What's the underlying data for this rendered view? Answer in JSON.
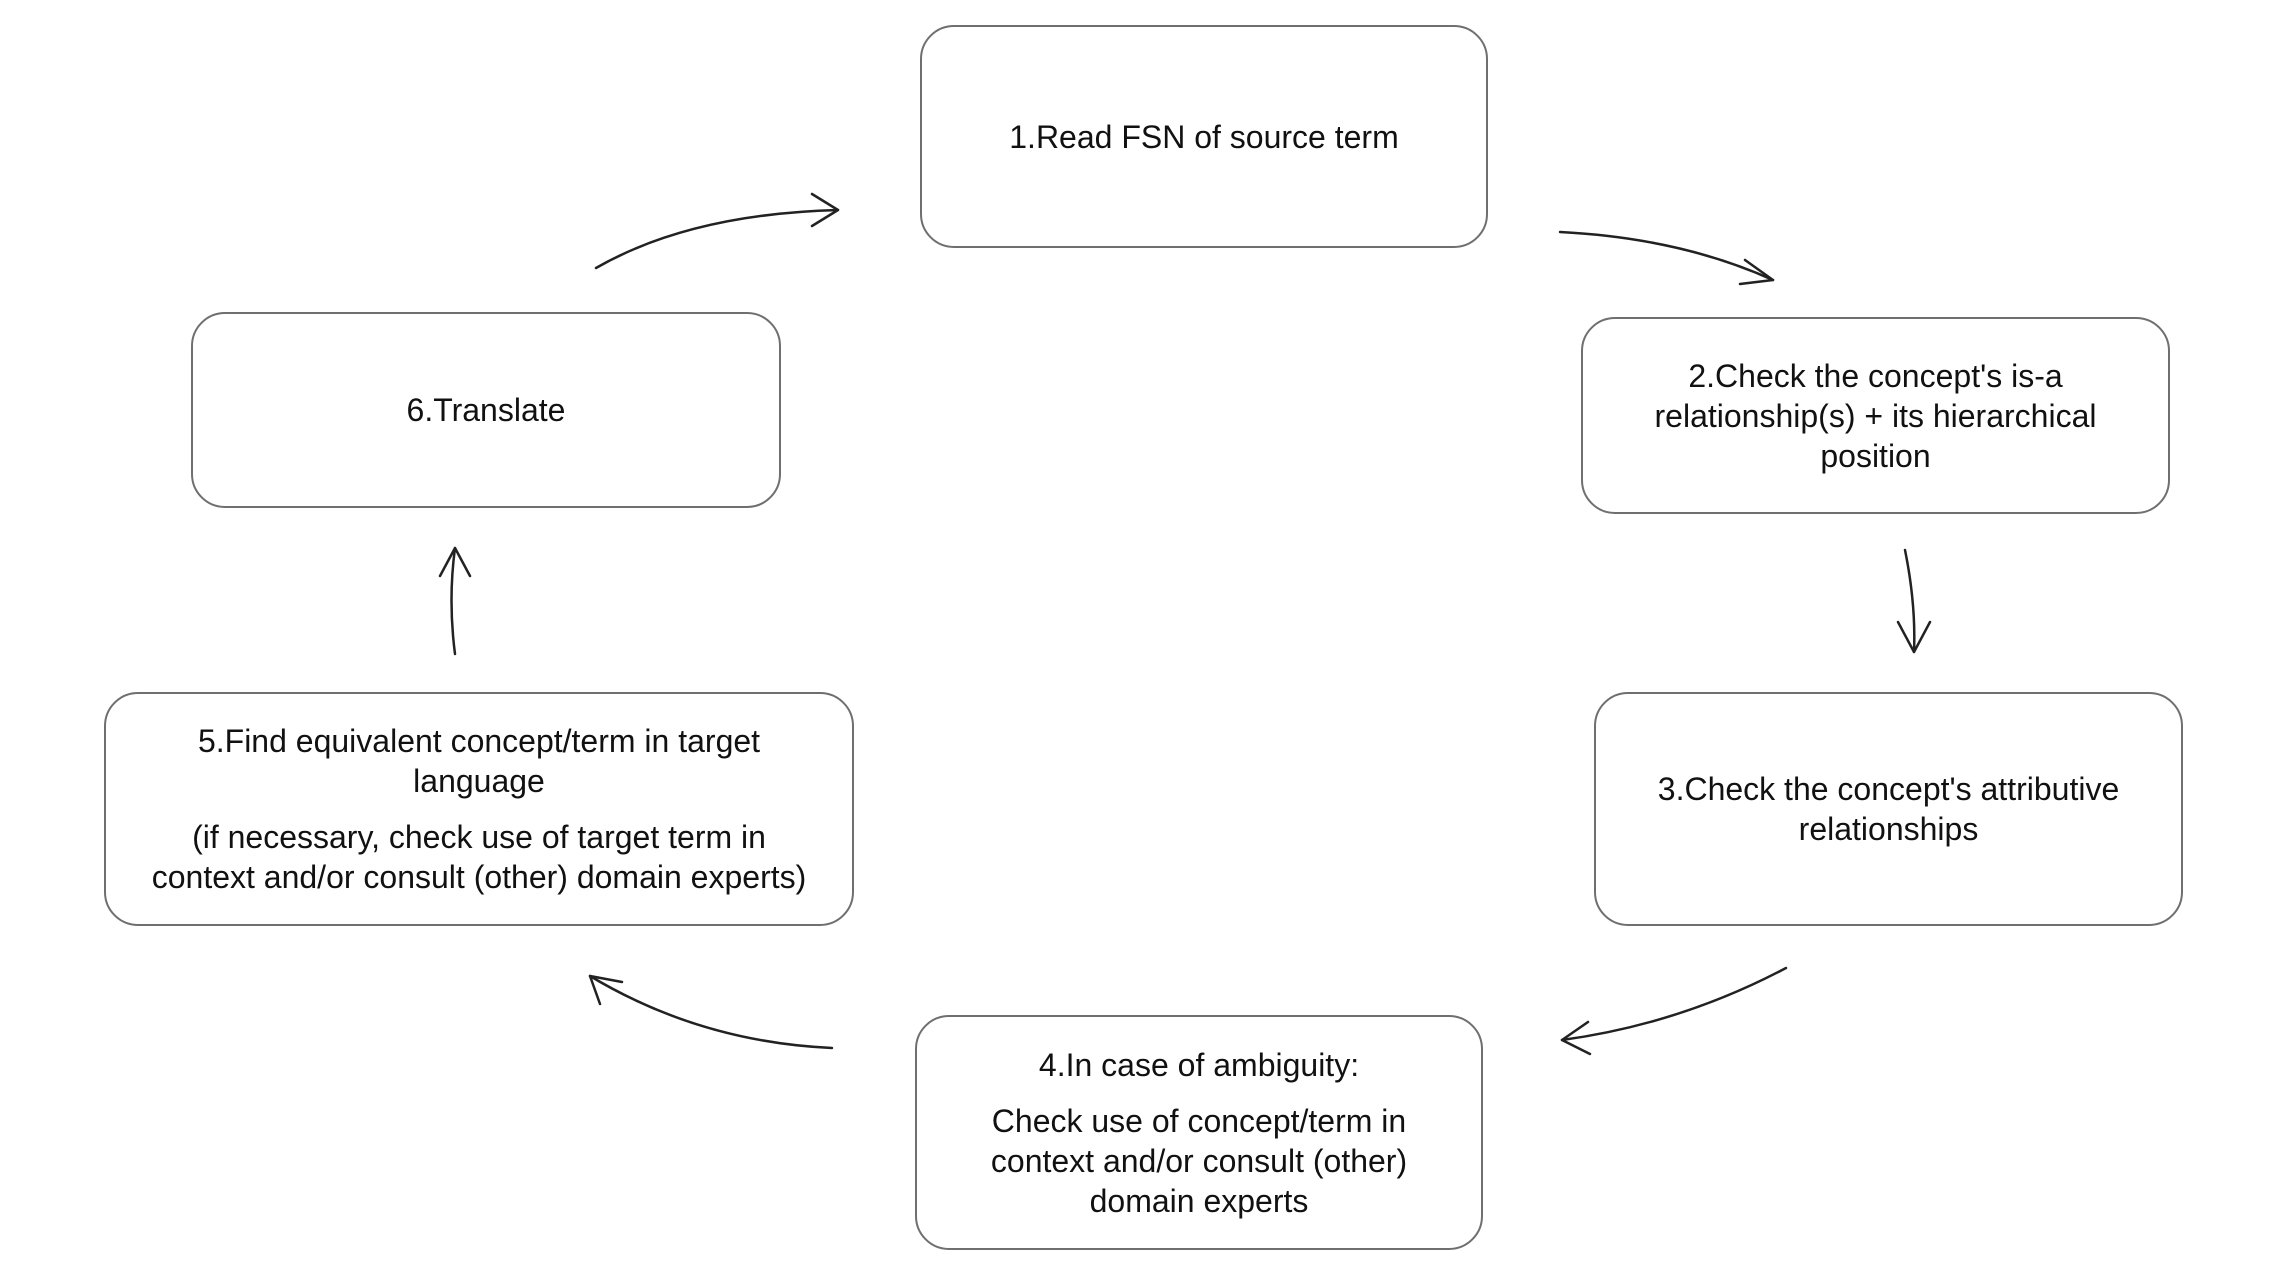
{
  "diagram": {
    "steps": [
      {
        "id": "n1",
        "lines": [
          "1.Read FSN of source term"
        ]
      },
      {
        "id": "n2",
        "lines": [
          "2.Check the concept's is-a",
          "relationship(s)  + its hierarchical",
          "position"
        ]
      },
      {
        "id": "n3",
        "lines": [
          "3.Check the concept's attributive",
          "relationships"
        ]
      },
      {
        "id": "n4",
        "lines": [
          "4.In case of ambiguity:"
        ],
        "detail": [
          "Check use of concept/term  in",
          "context and/or consult (other)",
          "domain experts"
        ]
      },
      {
        "id": "n5",
        "lines": [
          "5.Find  equivalent concept/term in target",
          "language"
        ],
        "detail": [
          "(if necessary, check use of  target term  in",
          "context and/or consult (other) domain experts)"
        ]
      },
      {
        "id": "n6",
        "lines": [
          "6.Translate"
        ]
      }
    ],
    "edges": [
      {
        "from": "n1",
        "to": "n2"
      },
      {
        "from": "n2",
        "to": "n3"
      },
      {
        "from": "n3",
        "to": "n4"
      },
      {
        "from": "n4",
        "to": "n5"
      },
      {
        "from": "n5",
        "to": "n6"
      },
      {
        "from": "n6",
        "to": "n1"
      }
    ],
    "colors": {
      "border": "#6f6f6f",
      "arrow": "#222222",
      "text": "#111111"
    }
  }
}
